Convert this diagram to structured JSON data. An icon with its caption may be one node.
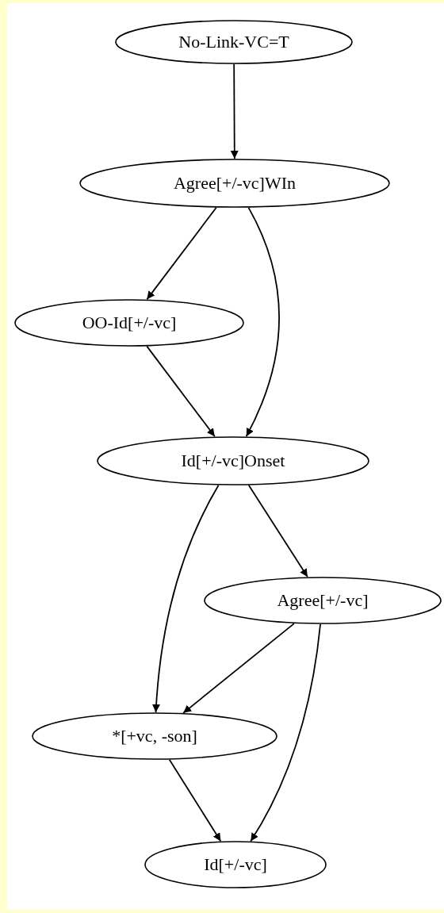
{
  "diagram": {
    "nodes": [
      {
        "text": [
          "No-Link-VC=T"
        ]
      },
      {
        "text": [
          "Agree[+/-vc]WIn"
        ]
      },
      {
        "text": [
          "OO-Id[+/-vc]"
        ]
      },
      {
        "text": [
          "Id[+/-vc]Onset"
        ]
      },
      {
        "text": [
          "Agree[+/-vc]"
        ]
      },
      {
        "text": [
          "*[+vc, -son]"
        ]
      },
      {
        "text": [
          "Id[+/-vc]"
        ]
      }
    ],
    "edges": [
      {
        "from": 0,
        "to": 1,
        "arrow": "to"
      },
      {
        "from": 1,
        "to": 2,
        "arrow": "to"
      },
      {
        "from": 1,
        "to": 3,
        "arrow": "to"
      },
      {
        "from": 2,
        "to": 3,
        "arrow": "to"
      },
      {
        "from": 3,
        "to": 4,
        "arrow": "to"
      },
      {
        "from": 3,
        "to": 5,
        "arrow": "to"
      },
      {
        "from": 4,
        "to": 5,
        "arrow": "to"
      },
      {
        "from": 4,
        "to": 6,
        "arrow": "to"
      },
      {
        "from": 5,
        "to": 6,
        "arrow": "to"
      }
    ]
  }
}
